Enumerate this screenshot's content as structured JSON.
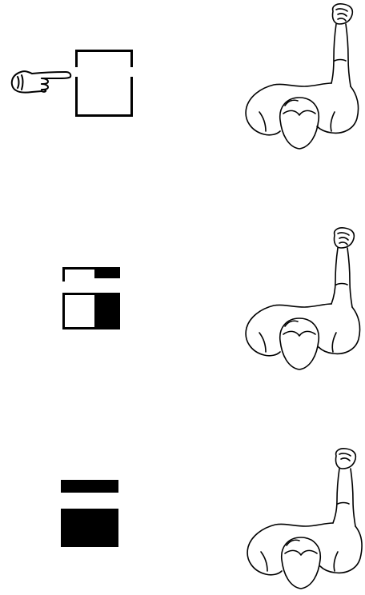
{
  "panels": [
    {
      "symbol": "frame-outline",
      "figure": "overhead-person-arm-raised-fist",
      "pointer": "pointing-hand-icon"
    },
    {
      "symbol": "frame-partially-filled",
      "figure": "overhead-person-arm-raised-fist"
    },
    {
      "symbol": "frame-fully-filled",
      "figure": "overhead-person-arm-raised-fist"
    }
  ],
  "colors": {
    "ink": "#000000",
    "paper": "#ffffff"
  }
}
